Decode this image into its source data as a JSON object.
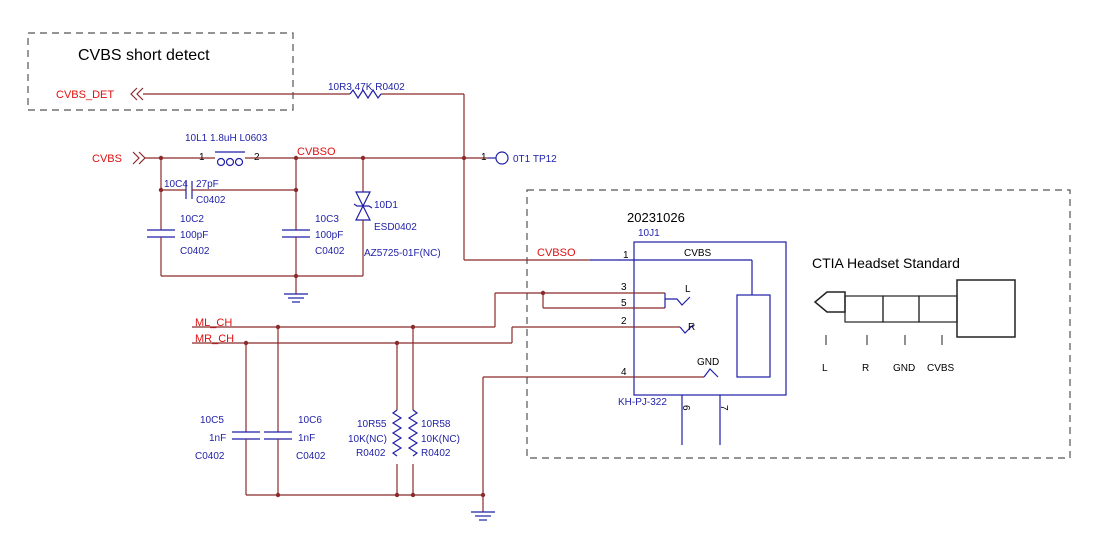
{
  "colors": {
    "wire": "#8B2A2A",
    "blue": "#1F1FA8",
    "red": "#E01010",
    "frame": "#555555"
  },
  "blocks": {
    "short_detect_title": "CVBS short detect",
    "headset_title": "CTIA Headset Standard",
    "date_code": "20231026"
  },
  "nets": {
    "cvbs_det": "CVBS_DET",
    "cvbs": "CVBS",
    "cvbso_top": "CVBSO",
    "cvbso_jack": "CVBSO",
    "ml_ch": "ML_CH",
    "mr_ch": "MR_CH"
  },
  "components": {
    "r3": "10R3 47K R0402",
    "l1": "10L1 1.8uH L0603",
    "l1_pin1": "1",
    "l1_pin2": "2",
    "c4_ref": "10C4",
    "c4_val": "27pF",
    "c4_pkg": "C0402",
    "c2_ref": "10C2",
    "c2_val": "100pF",
    "c2_pkg": "C0402",
    "c3_ref": "10C3",
    "c3_val": "100pF",
    "c3_pkg": "C0402",
    "d1_ref": "10D1",
    "d1_val": "ESD0402",
    "d1_part": "AZ5725-01F(NC)",
    "tp_pin": "1",
    "tp": "0T1 TP12",
    "c5_ref": "10C5",
    "c5_val": "1nF",
    "c5_pkg": "C0402",
    "c6_ref": "10C6",
    "c6_val": "1nF",
    "c6_pkg": "C0402",
    "r55_ref": "10R55",
    "r55_val": "10K(NC)",
    "r55_pkg": "R0402",
    "r58_ref": "10R58",
    "r58_val": "10K(NC)",
    "r58_pkg": "R0402"
  },
  "jack": {
    "ref": "10J1",
    "part": "KH-PJ-322",
    "pin_cvbs_num": "1",
    "pin_cvbs_name": "CVBS",
    "pin3_num": "3",
    "pin5_num": "5",
    "pin_l_name": "L",
    "pin2_num": "2",
    "pin_r_name": "R",
    "pin4_num": "4",
    "pin_gnd_name": "GND",
    "pin6_num": "6",
    "pin7_num": "7"
  },
  "plug_labels": [
    "L",
    "R",
    "GND",
    "CVBS"
  ]
}
